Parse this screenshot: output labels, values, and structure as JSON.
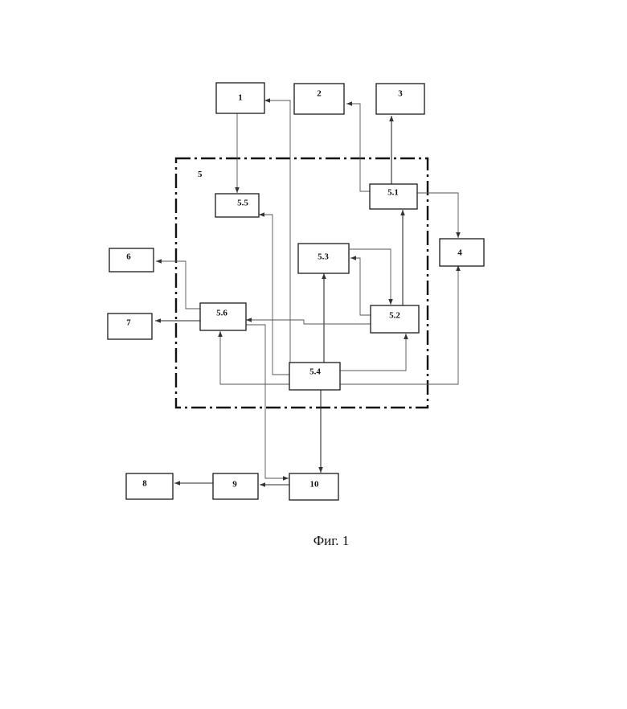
{
  "figure": {
    "caption": "Фиг. 1",
    "group_label": "5",
    "blocks": {
      "b1": "1",
      "b2": "2",
      "b3": "3",
      "b4": "4",
      "b5_1": "5.1",
      "b5_2": "5.2",
      "b5_3": "5.3",
      "b5_4": "5.4",
      "b5_5": "5.5",
      "b5_6": "5.6",
      "b6": "6",
      "b7": "7",
      "b8": "8",
      "b9": "9",
      "b10": "10"
    }
  },
  "colors": {
    "line": "#555555",
    "box_border": "#1a1a1a",
    "background": "#ffffff"
  }
}
